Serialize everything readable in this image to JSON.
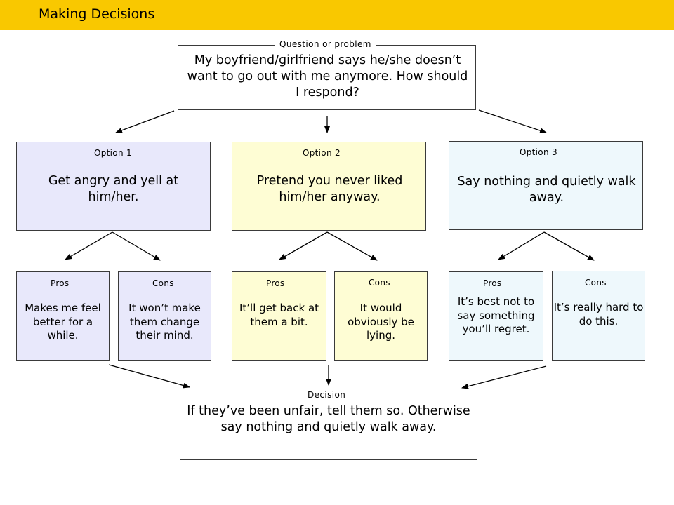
{
  "header": {
    "title": "Making Decisions"
  },
  "question": {
    "tag": "Question or problem",
    "text": "My boyfriend/girlfriend says he/she doesn’t want to go out with me anymore. How should I respond?"
  },
  "options": [
    {
      "label": "Option 1",
      "text": "Get angry and yell at him/her.",
      "pros": {
        "label": "Pros",
        "text": "Makes me feel better for a while."
      },
      "cons": {
        "label": "Cons",
        "text": "It won’t make them change their mind."
      }
    },
    {
      "label": "Option 2",
      "text": "Pretend you never liked him/her anyway.",
      "pros": {
        "label": "Pros",
        "text": "It’ll get back at them a bit."
      },
      "cons": {
        "label": "Cons",
        "text": "It would obviously be lying."
      }
    },
    {
      "label": "Option 3",
      "text": "Say nothing and quietly walk away.",
      "pros": {
        "label": "Pros",
        "text": "It’s best not to say something you’ll regret."
      },
      "cons": {
        "label": "Cons",
        "text": "It’s really hard to do this."
      }
    }
  ],
  "decision": {
    "tag": "Decision",
    "text": "If they’ve been unfair, tell them so. Otherwise say nothing and quietly walk away."
  },
  "colors": {
    "header": "#f9c800",
    "option1": "#e8e8fb",
    "option2": "#fefdd4",
    "option3": "#eef8fc"
  }
}
